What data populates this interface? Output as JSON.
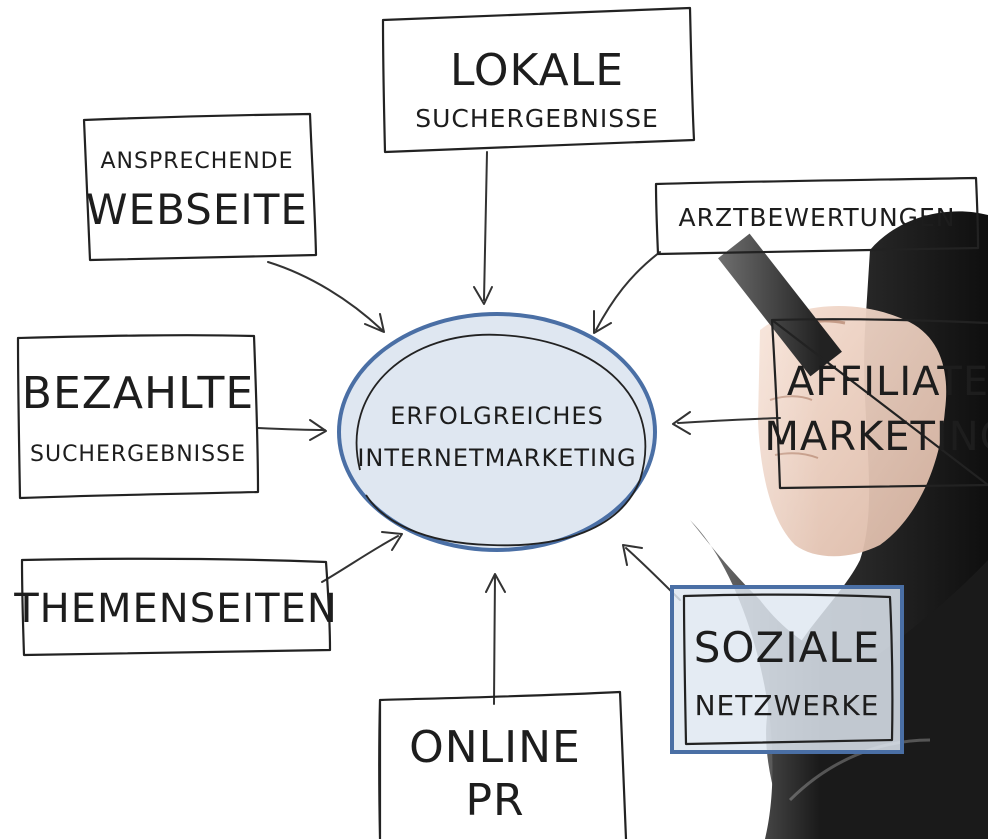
{
  "diagram": {
    "center": {
      "line1": "ERFOLGREICHES",
      "line2": "INTERNETMARKETING"
    },
    "nodes": {
      "lokale": {
        "line1": "LOKALE",
        "line2": "SUCHERGEBNISSE"
      },
      "webseite": {
        "line1": "ANSPRECHENDE",
        "line2": "WEBSEITE"
      },
      "arztbewertungen": {
        "line1": "ARZTBEWERTUNGEN"
      },
      "bezahlte": {
        "line1": "BEZAHLTE",
        "line2": "SUCHERGEBNISSE"
      },
      "affiliate": {
        "line1": "AFFILIATE",
        "line2": "MARKETING"
      },
      "themenseiten": {
        "line1": "THEMENSEITEN"
      },
      "soziale": {
        "line1": "SOZIALE",
        "line2": "NETZWERKE"
      },
      "online_pr": {
        "line1": "ONLINE",
        "line2": "PR"
      }
    },
    "colors": {
      "center_fill": "#dfe7f1",
      "center_stroke": "#4a6fa5",
      "highlight_fill": "#dfe7f1",
      "highlight_stroke": "#4a6fa5",
      "ink": "#1d1d1d"
    }
  }
}
